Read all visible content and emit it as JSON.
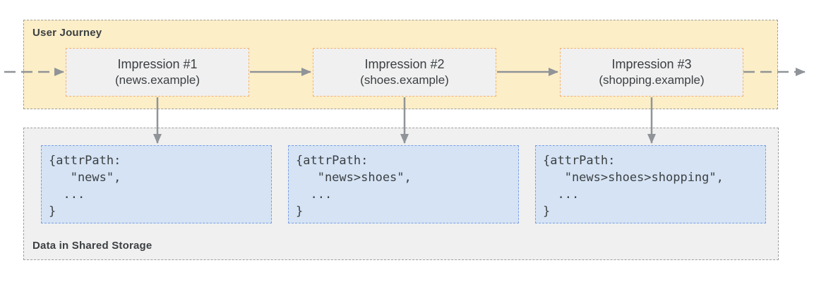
{
  "user_journey": {
    "label": "User Journey",
    "impressions": [
      {
        "title": "Impression #1",
        "domain": "(news.example)"
      },
      {
        "title": "Impression #2",
        "domain": "(shoes.example)"
      },
      {
        "title": "Impression #3",
        "domain": "(shopping.example)"
      }
    ]
  },
  "shared_storage": {
    "label": "Data in Shared Storage",
    "entries": [
      {
        "code": "{attrPath:\n   \"news\",\n  ...\n}"
      },
      {
        "code": "{attrPath:\n   \"news>shoes\",\n  ...\n}"
      },
      {
        "code": "{attrPath:\n   \"news>shoes>shopping\",\n  ...\n}"
      }
    ]
  },
  "colors": {
    "journey_background": "#fceec7",
    "journey_border": "#9e9e9e",
    "impression_background": "#f0f0f0",
    "impression_border": "#f7b267",
    "storage_background": "#f0f0f0",
    "storage_border": "#9e9e9e",
    "code_background": "#d5e3f4",
    "code_border": "#78a0e6",
    "arrow": "#909498",
    "text": "#3c4043"
  }
}
